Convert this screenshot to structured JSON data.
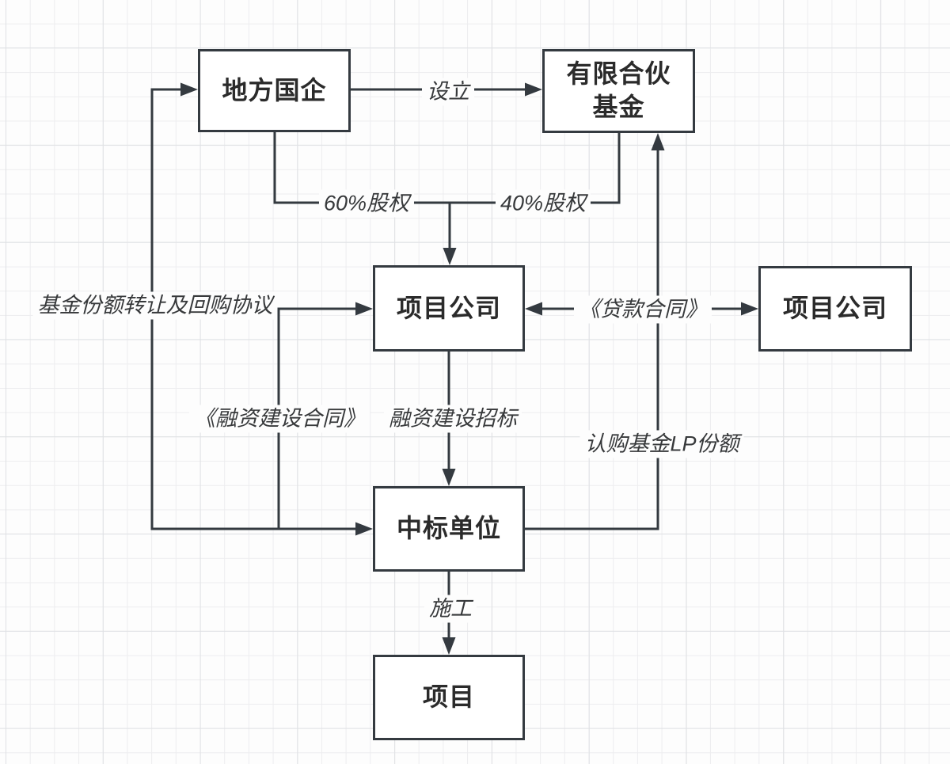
{
  "diagram": {
    "nodes": [
      {
        "id": "local-soe",
        "label": "地方国企"
      },
      {
        "id": "lp-fund",
        "label": "有限合伙\n基金"
      },
      {
        "id": "project-company-mid",
        "label": "项目公司"
      },
      {
        "id": "project-company-right",
        "label": "项目公司"
      },
      {
        "id": "winning-bidder",
        "label": "中标单位"
      },
      {
        "id": "project",
        "label": "项目"
      }
    ],
    "edge_labels": [
      {
        "id": "establish",
        "text": "设立"
      },
      {
        "id": "equity-60",
        "text": "60%股权"
      },
      {
        "id": "equity-40",
        "text": "40%股权"
      },
      {
        "id": "fund-share-transfer-repurchase",
        "text": "基金份额转让及回购协议"
      },
      {
        "id": "loan-contract",
        "text": "《贷款合同》"
      },
      {
        "id": "financing-construction-contract",
        "text": "《融资建设合同》"
      },
      {
        "id": "financing-construction-bidding",
        "text": "融资建设招标"
      },
      {
        "id": "subscribe-fund-lp-share",
        "text": "认购基金LP份额"
      },
      {
        "id": "construction",
        "text": "施工"
      }
    ],
    "colors": {
      "stroke": "#343a40",
      "node_text": "#2b2b2b",
      "label_text": "#37393b",
      "background": "#fdfdfd",
      "grid_minor": "#ededef",
      "grid_major": "#dfe1e4"
    }
  }
}
